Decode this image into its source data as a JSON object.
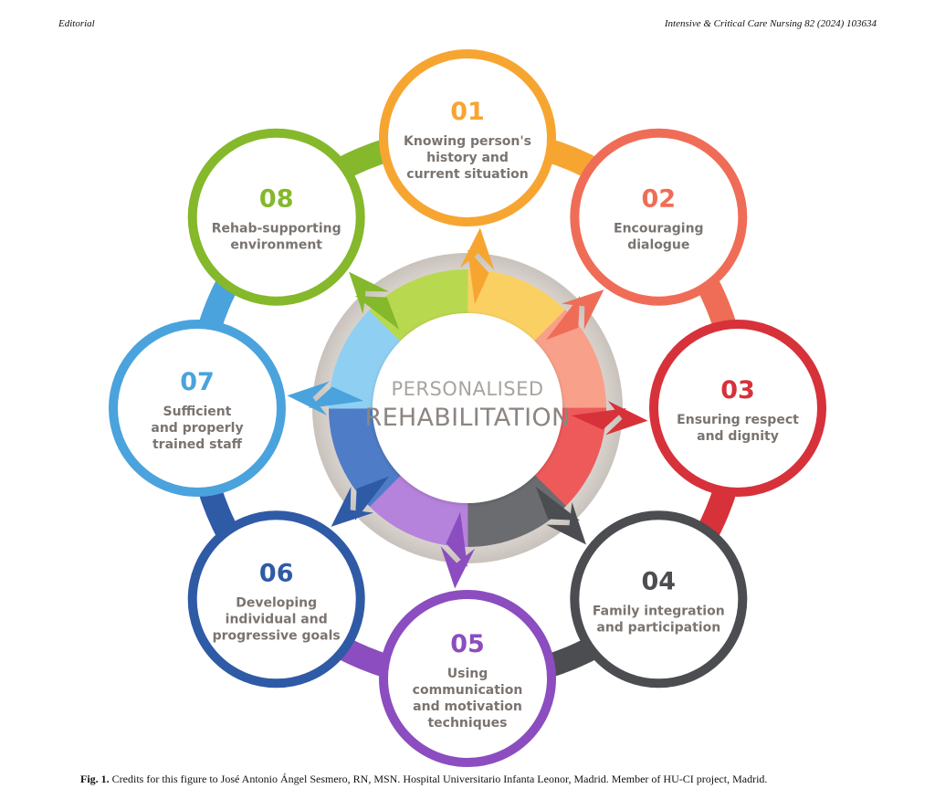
{
  "header": {
    "left": "Editorial",
    "right": "Intensive & Critical Care Nursing 82 (2024) 103634"
  },
  "center": {
    "line1": "PERSONALISED",
    "line2": "REHABILITATION"
  },
  "steps": [
    {
      "id": "01",
      "lines": [
        "Knowing person's",
        "history and",
        "current situation"
      ],
      "color": "#f7a531",
      "light": "#fbd063"
    },
    {
      "id": "02",
      "lines": [
        "Encouraging",
        "dialogue"
      ],
      "color": "#ef6d57",
      "light": "#f9a08a"
    },
    {
      "id": "03",
      "lines": [
        "Ensuring respect",
        "and dignity"
      ],
      "color": "#d7313a",
      "light": "#ee5a5a"
    },
    {
      "id": "04",
      "lines": [
        "Family integration",
        "and participation"
      ],
      "color": "#4c4d51",
      "light": "#6a6c70"
    },
    {
      "id": "05",
      "lines": [
        "Using",
        "communication",
        "and motivation",
        "techniques"
      ],
      "color": "#8b4dbf",
      "light": "#b582dc"
    },
    {
      "id": "06",
      "lines": [
        "Developing",
        "individual and",
        "progressive goals"
      ],
      "color": "#2f5aa6",
      "light": "#4f7cc6"
    },
    {
      "id": "07",
      "lines": [
        "Sufficient",
        "and properly",
        "trained staff"
      ],
      "color": "#4aa3dc",
      "light": "#8fd0f2"
    },
    {
      "id": "08",
      "lines": [
        "Rehab-supporting",
        "environment"
      ],
      "color": "#85b82b",
      "light": "#b8d94f"
    }
  ],
  "caption": {
    "label": "Fig. 1.",
    "text": "Credits for this figure to José Antonio Ángel Sesmero, RN, MSN. Hospital Universitario Infanta Leonor, Madrid. Member of HU-CI project, Madrid."
  }
}
